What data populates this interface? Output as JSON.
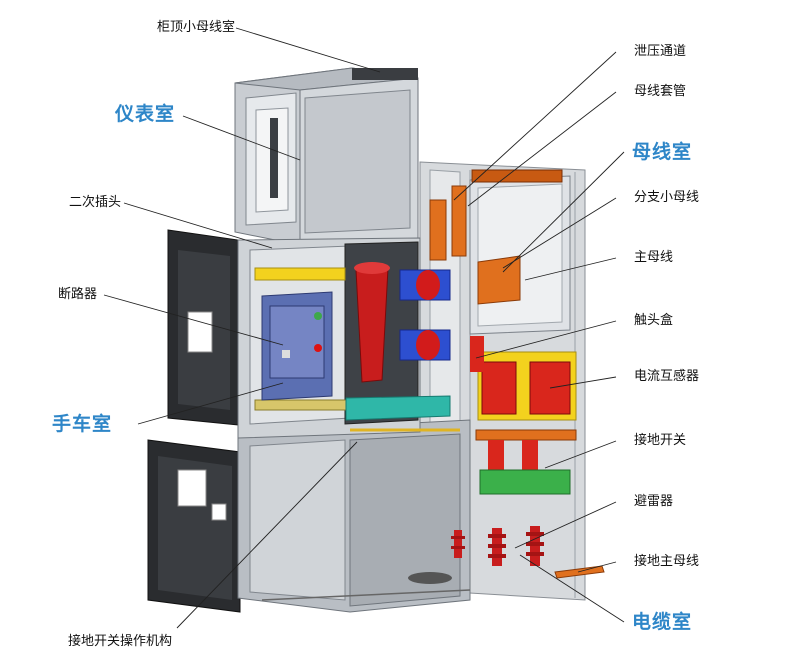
{
  "labels": {
    "top_bus_room": "柜顶小母线室",
    "instrument_room": "仪表室",
    "secondary_plug": "二次插头",
    "breaker": "断路器",
    "trolley_room": "手车室",
    "earthing_mechanism": "接地开关操作机构",
    "pressure_relief": "泄压通道",
    "bus_bushing": "母线套管",
    "busbar_room": "母线室",
    "branch_bus": "分支小母线",
    "main_bus": "主母线",
    "contact_box": "触头盒",
    "current_transformer": "电流互感器",
    "earthing_switch": "接地开关",
    "surge_arrester": "避雷器",
    "earthing_main_bus": "接地主母线",
    "cable_room": "电缆室"
  },
  "colors": {
    "accent_label": "#2e86c8",
    "leader_line": "#222222",
    "busbar_copper": "#e0701e",
    "insulator_red": "#d81a1a",
    "insulator_blue": "#2d4fd0",
    "trolley_panel": "#5b6fb2",
    "ct_red": "#d9261c",
    "frame_yellow": "#f3d21e",
    "green_base": "#3bb04a",
    "cabinet_gray": "#c9cdd2"
  }
}
